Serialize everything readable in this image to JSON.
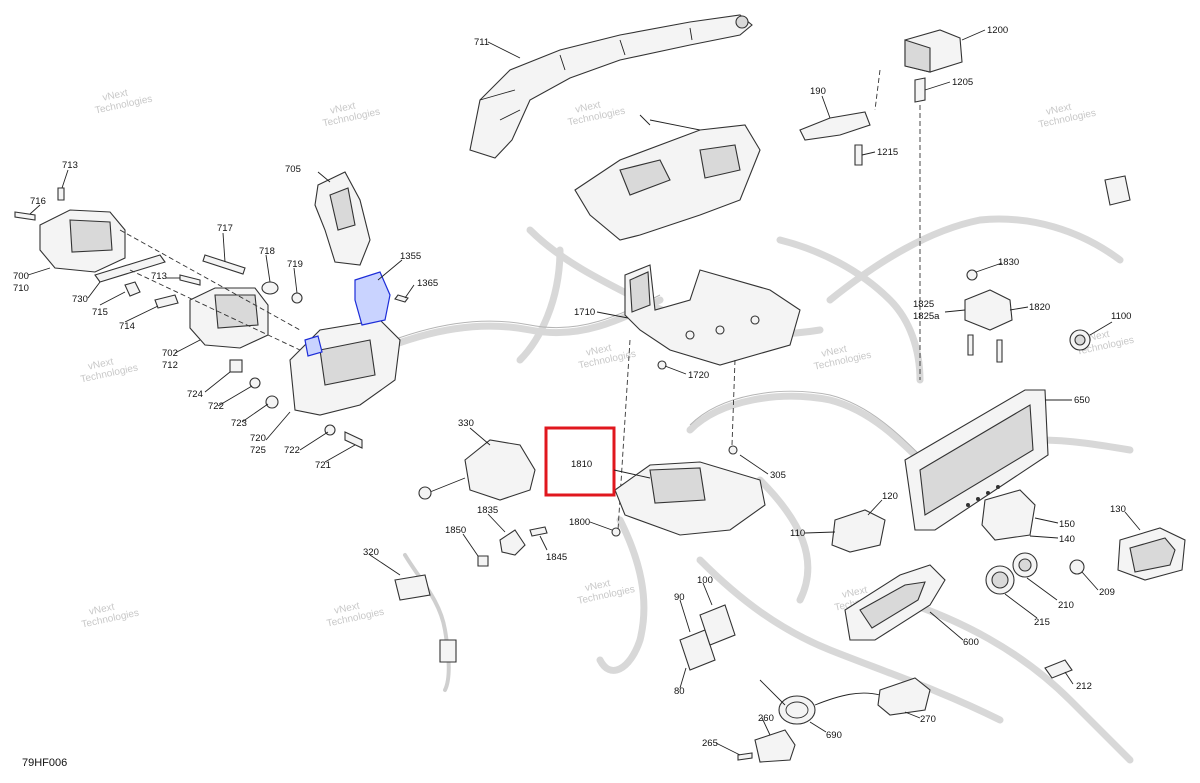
{
  "drawing": {
    "code": "79HF006",
    "watermark_line1": "vNext",
    "watermark_line2": "Technologies",
    "highlight_color": "#e0171e",
    "accent_color": "#1d2dd8"
  },
  "callouts": [
    {
      "id": "c711",
      "text": "711"
    },
    {
      "id": "c1200",
      "text": "1200"
    },
    {
      "id": "c1205",
      "text": "1205"
    },
    {
      "id": "c190",
      "text": "190"
    },
    {
      "id": "c1215",
      "text": "1215"
    },
    {
      "id": "c705",
      "text": "705"
    },
    {
      "id": "c713a",
      "text": "713"
    },
    {
      "id": "c716",
      "text": "716"
    },
    {
      "id": "c700",
      "text": "700"
    },
    {
      "id": "c710",
      "text": "710"
    },
    {
      "id": "c730",
      "text": "730"
    },
    {
      "id": "c717",
      "text": "717"
    },
    {
      "id": "c718",
      "text": "718"
    },
    {
      "id": "c719",
      "text": "719"
    },
    {
      "id": "c1355",
      "text": "1355"
    },
    {
      "id": "c1365",
      "text": "1365"
    },
    {
      "id": "c713b",
      "text": "713"
    },
    {
      "id": "c715",
      "text": "715"
    },
    {
      "id": "c714",
      "text": "714"
    },
    {
      "id": "c702",
      "text": "702"
    },
    {
      "id": "c712",
      "text": "712"
    },
    {
      "id": "c724",
      "text": "724"
    },
    {
      "id": "c722a",
      "text": "722"
    },
    {
      "id": "c723",
      "text": "723"
    },
    {
      "id": "c720",
      "text": "720"
    },
    {
      "id": "c725",
      "text": "725"
    },
    {
      "id": "c722b",
      "text": "722"
    },
    {
      "id": "c721",
      "text": "721"
    },
    {
      "id": "c1710",
      "text": "1710"
    },
    {
      "id": "c1720",
      "text": "1720"
    },
    {
      "id": "c1830",
      "text": "1830"
    },
    {
      "id": "c1825",
      "text": "1825"
    },
    {
      "id": "c1825a",
      "text": "1825a"
    },
    {
      "id": "c1820",
      "text": "1820"
    },
    {
      "id": "c1100",
      "text": "1100"
    },
    {
      "id": "c650",
      "text": "650"
    },
    {
      "id": "c330",
      "text": "330"
    },
    {
      "id": "c1810",
      "text": "1810"
    },
    {
      "id": "c305",
      "text": "305"
    },
    {
      "id": "c1800",
      "text": "1800"
    },
    {
      "id": "c120",
      "text": "120"
    },
    {
      "id": "c110",
      "text": "110"
    },
    {
      "id": "c150",
      "text": "150"
    },
    {
      "id": "c140",
      "text": "140"
    },
    {
      "id": "c130",
      "text": "130"
    },
    {
      "id": "c1835",
      "text": "1835"
    },
    {
      "id": "c1850",
      "text": "1850"
    },
    {
      "id": "c1845",
      "text": "1845"
    },
    {
      "id": "c320",
      "text": "320"
    },
    {
      "id": "c100",
      "text": "100"
    },
    {
      "id": "c90",
      "text": "90"
    },
    {
      "id": "c80",
      "text": "80"
    },
    {
      "id": "c600",
      "text": "600"
    },
    {
      "id": "c210",
      "text": "210"
    },
    {
      "id": "c209",
      "text": "209"
    },
    {
      "id": "c215",
      "text": "215"
    },
    {
      "id": "c212",
      "text": "212"
    },
    {
      "id": "c260",
      "text": "260"
    },
    {
      "id": "c270",
      "text": "270"
    },
    {
      "id": "c690",
      "text": "690"
    },
    {
      "id": "c265",
      "text": "265"
    }
  ]
}
